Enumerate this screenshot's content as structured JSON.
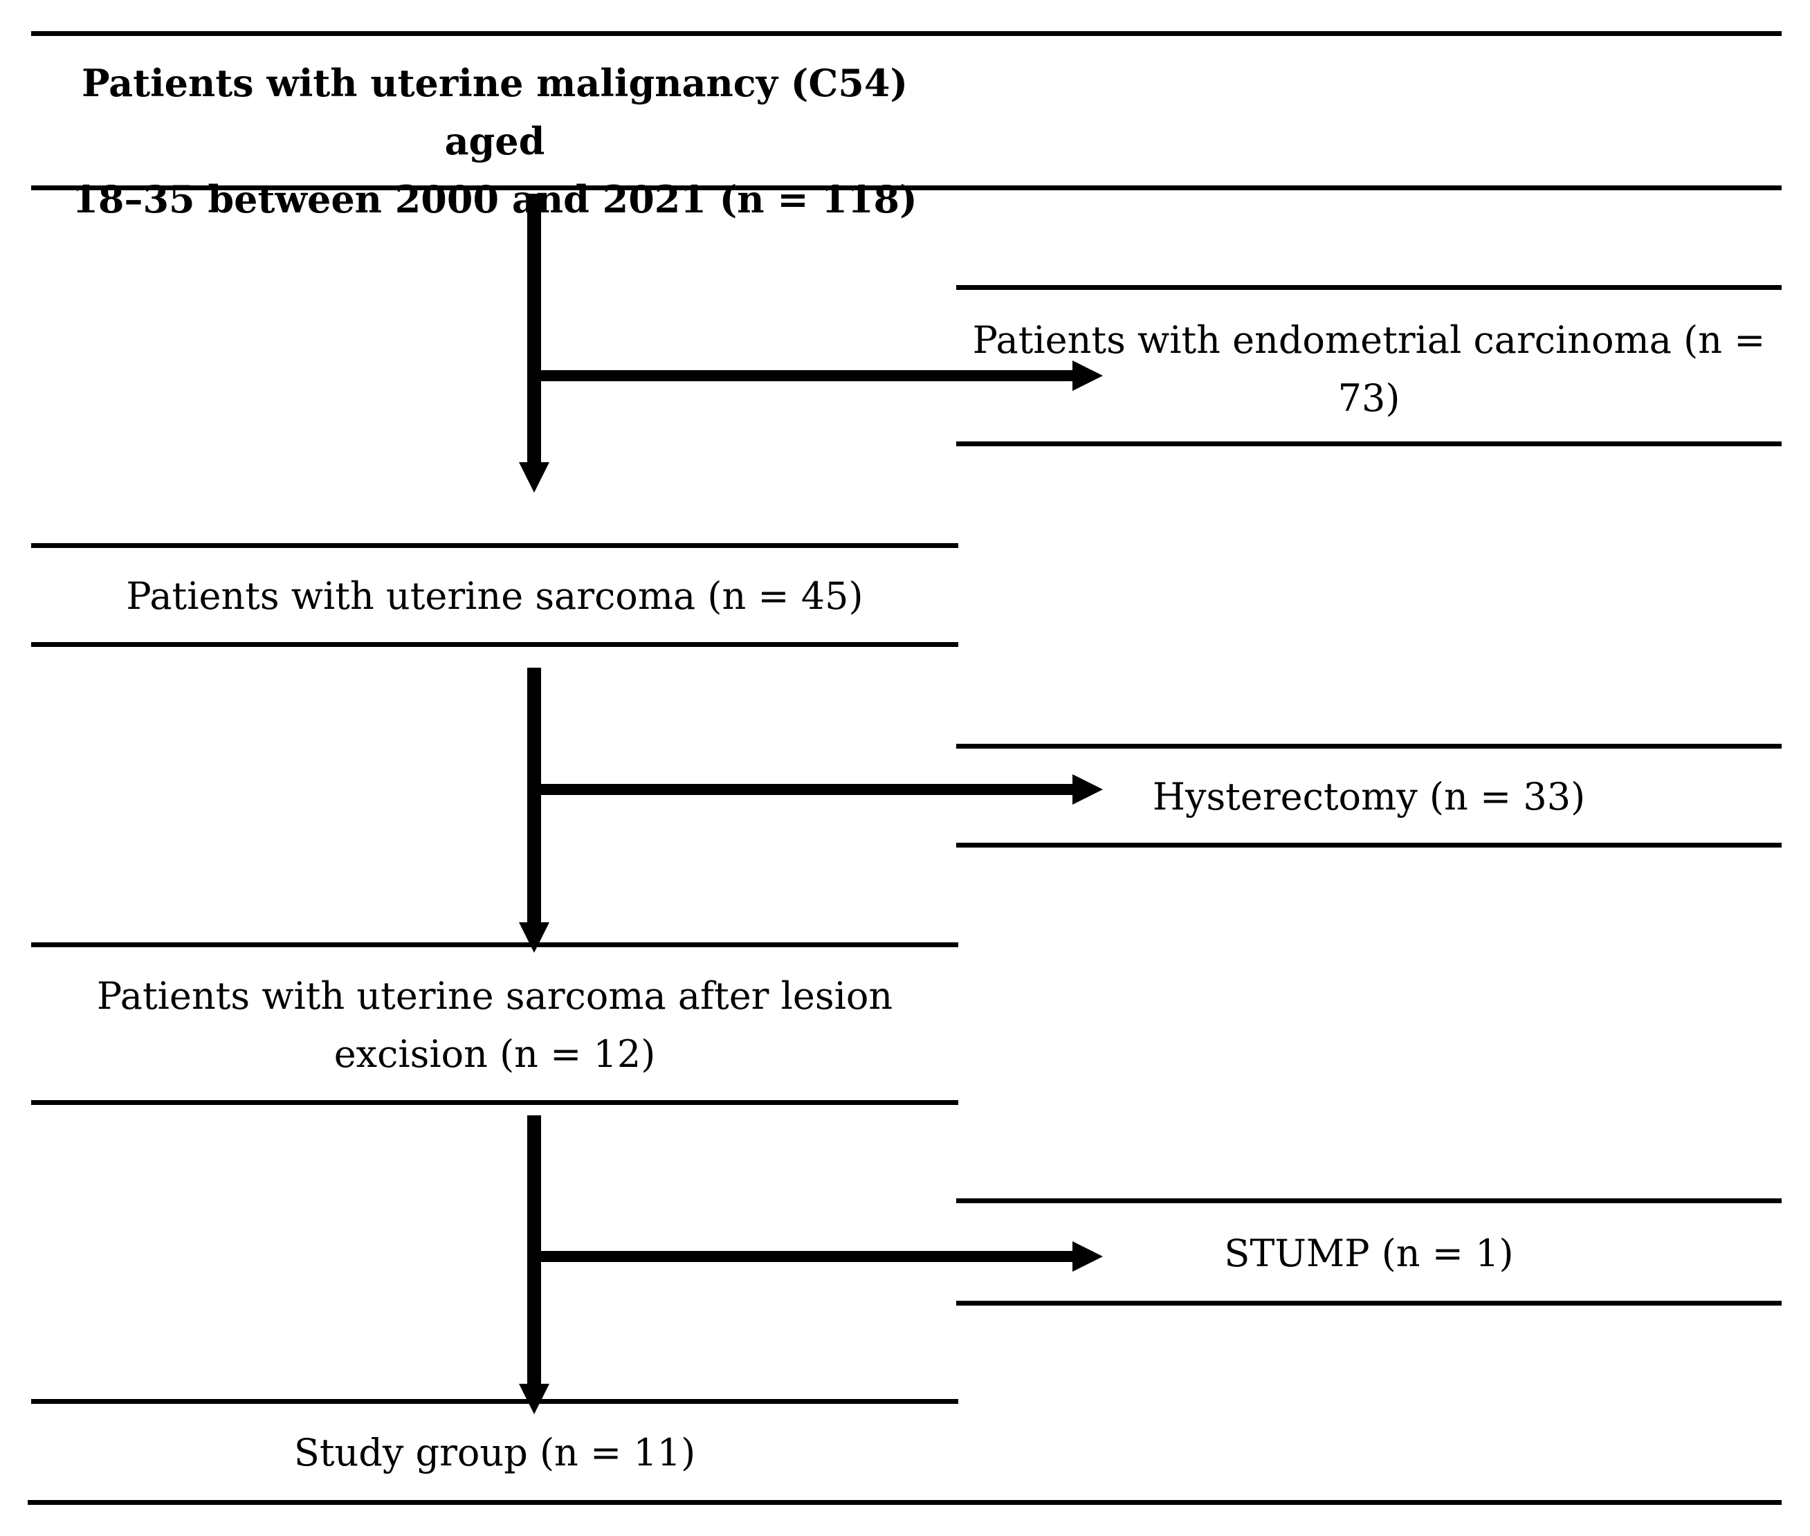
{
  "boxes": {
    "top": {
      "line1": "Patients with uterine malignancy (C54) aged",
      "line2": "18–35 between 2000 and 2021 (n = 118)"
    },
    "endometrial": {
      "line1": "Patients with endometrial carcinoma (n =",
      "line2": "73)"
    },
    "sarcoma": {
      "text": "Patients with uterine sarcoma (n = 45)"
    },
    "hysterectomy": {
      "text": "Hysterectomy (n = 33)"
    },
    "lesion_excision": {
      "line1": "Patients with uterine sarcoma after lesion",
      "line2": "excision (n = 12)"
    },
    "stump": {
      "text": "STUMP (n = 1)"
    },
    "study_group": {
      "text": "Study group (n = 11)"
    }
  }
}
